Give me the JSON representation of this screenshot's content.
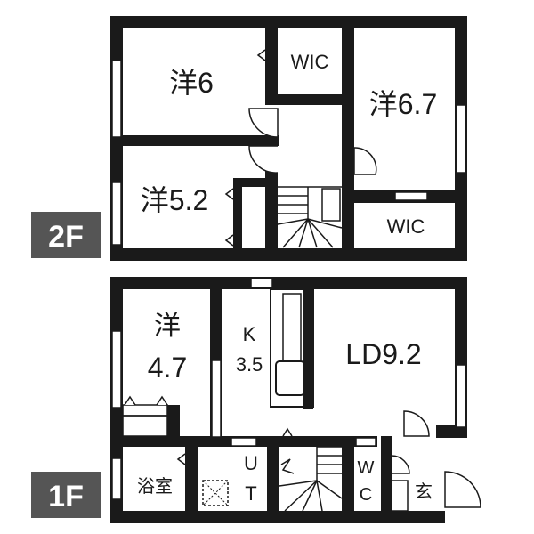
{
  "floor_tags": {
    "upper": "2F",
    "lower": "1F"
  },
  "rooms_2f": {
    "western_a": "洋6",
    "wic_top": "WIC",
    "western_b": "洋6.7",
    "western_c": "洋5.2",
    "wic_bottom": "WIC"
  },
  "rooms_1f": {
    "western_line1": "洋",
    "western_line2": "4.7",
    "kitchen_line1": "K",
    "kitchen_line2": "3.5",
    "living": "LD9.2",
    "bath": "浴室",
    "utility_u": "U",
    "utility_t": "T",
    "toilet_w": "W",
    "toilet_c": "C",
    "entrance": "玄"
  },
  "colors": {
    "wall": "#1a1a1a",
    "tag": "#555555",
    "background": "#ffffff"
  }
}
